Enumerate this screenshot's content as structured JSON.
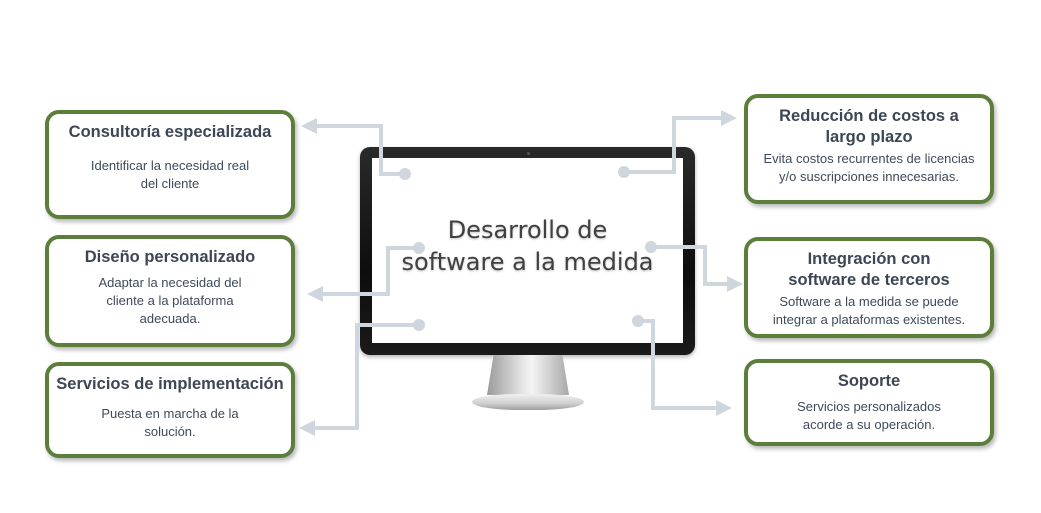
{
  "center": {
    "title_line1": "Desarrollo de",
    "title_line2": "software a la medida"
  },
  "cards": [
    {
      "title": "Consultoría especializada",
      "description": "Identificar la necesidad real\ndel cliente"
    },
    {
      "title": "Diseño personalizado",
      "description": "Adaptar la necesidad del\ncliente a la plataforma\nadecuada."
    },
    {
      "title": "Servicios de implementación",
      "description": "Puesta en marcha de la\nsolución."
    },
    {
      "title": "Reducción de costos a\nlargo plazo",
      "description": "Evita costos recurrentes de licencias\ny/o suscripciones innecesarias."
    },
    {
      "title": "Integración con\nsoftware de terceros",
      "description": "Software a la medida se puede\nintegrar a plataformas existentes."
    },
    {
      "title": "Soporte",
      "description": "Servicios personalizados\nacorde a su operación."
    }
  ],
  "colors": {
    "card_border": "#5b7f3b",
    "connector": "#cfd6de",
    "title_text": "#3c4654"
  }
}
